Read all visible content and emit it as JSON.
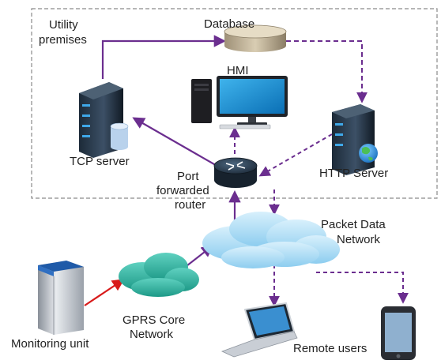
{
  "diagram": {
    "labels": {
      "utility_line1": "Utility",
      "utility_line2": "premises",
      "database": "Database",
      "hmi": "HMI",
      "tcp_server": "TCP server",
      "http_server": "HTTP Server",
      "router_line1": "Port",
      "router_line2": "forwarded",
      "router_line3": "router",
      "pdn_line1": "Packet Data",
      "pdn_line2": "Network",
      "gprs_line1": "GPRS Core",
      "gprs_line2": "Network",
      "monitoring_unit": "Monitoring unit",
      "remote_users": "Remote users"
    },
    "colors": {
      "connection": "#6b2e8f",
      "uplink": "#d81b1b",
      "cloud_packet": "#a9dcf5",
      "cloud_gprs": "#2fb7a3",
      "boundary": "#8a8a8a"
    }
  }
}
